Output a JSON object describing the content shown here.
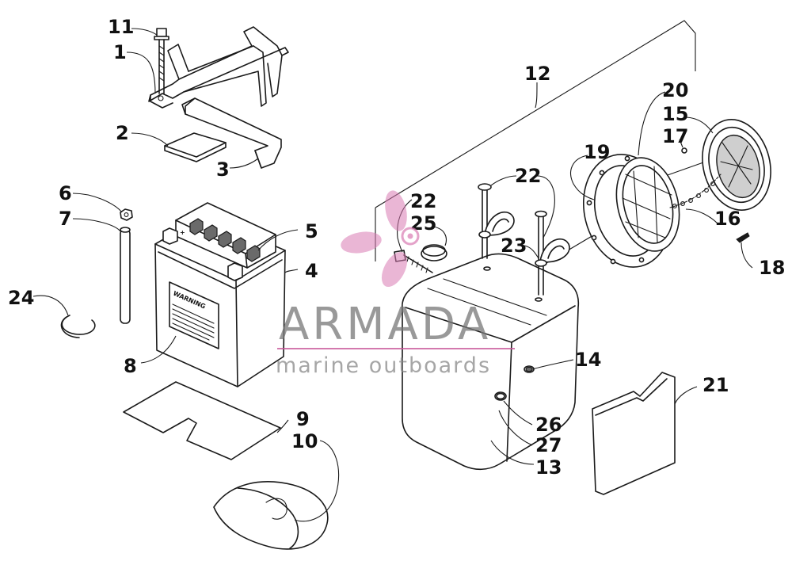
{
  "diagram": {
    "callouts": [
      {
        "id": "c11",
        "text": "11"
      },
      {
        "id": "c1",
        "text": "1"
      },
      {
        "id": "c2",
        "text": "2"
      },
      {
        "id": "c3",
        "text": "3"
      },
      {
        "id": "c6",
        "text": "6"
      },
      {
        "id": "c7",
        "text": "7"
      },
      {
        "id": "c5",
        "text": "5"
      },
      {
        "id": "c4",
        "text": "4"
      },
      {
        "id": "c24",
        "text": "24"
      },
      {
        "id": "c8",
        "text": "8"
      },
      {
        "id": "c9",
        "text": "9"
      },
      {
        "id": "c10",
        "text": "10"
      },
      {
        "id": "c12",
        "text": "12"
      },
      {
        "id": "c20",
        "text": "20"
      },
      {
        "id": "c15",
        "text": "15"
      },
      {
        "id": "c17",
        "text": "17"
      },
      {
        "id": "c19",
        "text": "19"
      },
      {
        "id": "c22a",
        "text": "22"
      },
      {
        "id": "c22b",
        "text": "22"
      },
      {
        "id": "c25",
        "text": "25"
      },
      {
        "id": "c23",
        "text": "23"
      },
      {
        "id": "c16",
        "text": "16"
      },
      {
        "id": "c18",
        "text": "18"
      },
      {
        "id": "c14",
        "text": "14"
      },
      {
        "id": "c21",
        "text": "21"
      },
      {
        "id": "c26",
        "text": "26"
      },
      {
        "id": "c27",
        "text": "27"
      },
      {
        "id": "c13",
        "text": "13"
      }
    ],
    "battery_label": "WARNING",
    "terminal_plus": "+"
  },
  "watermark": {
    "brand": "ARMADA",
    "tagline": "marine outboards",
    "accent_color": "#d87ab2"
  }
}
